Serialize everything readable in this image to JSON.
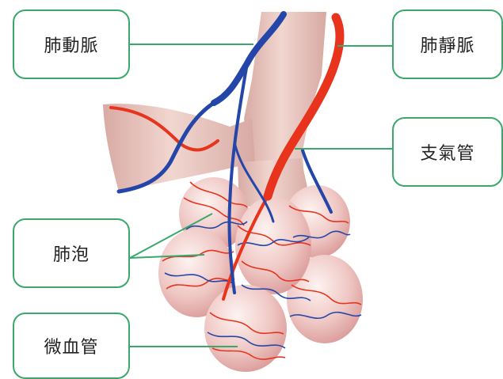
{
  "labels": {
    "pulmonary_artery": "肺動脈",
    "pulmonary_vein": "肺靜脈",
    "bronchus": "支氣管",
    "alveoli": "肺泡",
    "capillary": "微血管"
  },
  "colors": {
    "artery": "#2346a8",
    "vein": "#e8341c",
    "tissue": "#e9c6bf",
    "alveolus": "#f2c9c9",
    "leader_line": "#3aa86b"
  }
}
